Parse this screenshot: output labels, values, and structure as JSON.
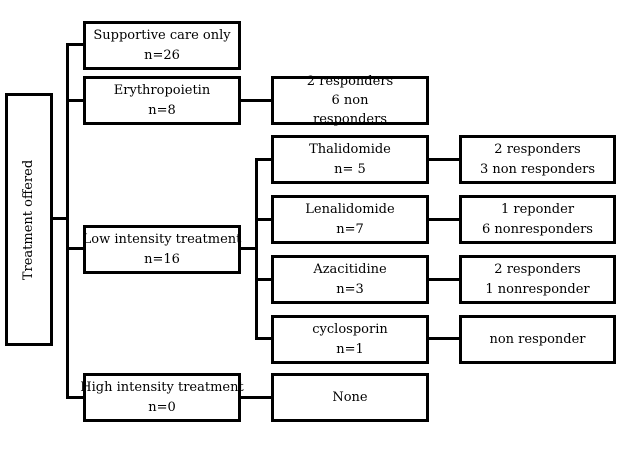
{
  "diagram": {
    "root": {
      "label": "Treatment offered"
    },
    "level1": [
      {
        "label": "Supportive care only",
        "n": "n=26"
      },
      {
        "label": "Erythropoietin",
        "n": "n=8"
      },
      {
        "label": "Low intensity treatment",
        "n": "n=16"
      },
      {
        "label": "High intensity treatment",
        "n": "n=0"
      }
    ],
    "erythropoietin_outcome": {
      "lines": [
        "2 responders",
        "6 non",
        "responders"
      ]
    },
    "low_intensity_drugs": [
      {
        "label": "Thalidomide",
        "n": "n= 5",
        "outcome": [
          "2 responders",
          "3 non responders"
        ]
      },
      {
        "label": "Lenalidomide",
        "n": "n=7",
        "outcome": [
          "1 reponder",
          "6 nonresponders"
        ]
      },
      {
        "label": "Azacitidine",
        "n": "n=3",
        "outcome": [
          "2 responders",
          "1 nonresponder"
        ]
      },
      {
        "label": "cyclosporin",
        "n": "n=1",
        "outcome": [
          "non responder"
        ]
      }
    ],
    "high_intensity_outcome": {
      "label": "None"
    }
  }
}
